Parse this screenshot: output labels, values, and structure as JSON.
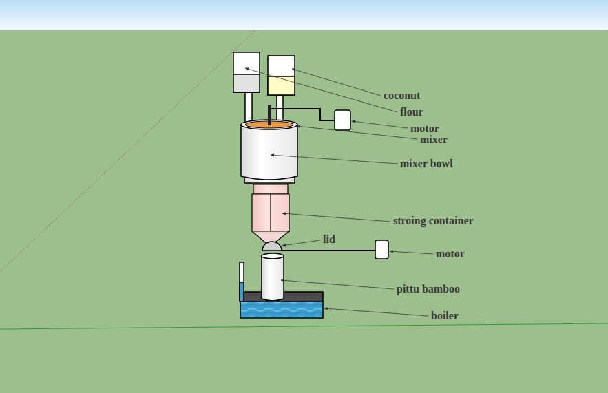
{
  "diagram": {
    "labels": [
      "coconut",
      "flour",
      "motor",
      "mixer",
      "mixer bowl",
      "stroing container",
      "lid",
      "motor",
      "pittu bamboo",
      "boiler"
    ]
  }
}
